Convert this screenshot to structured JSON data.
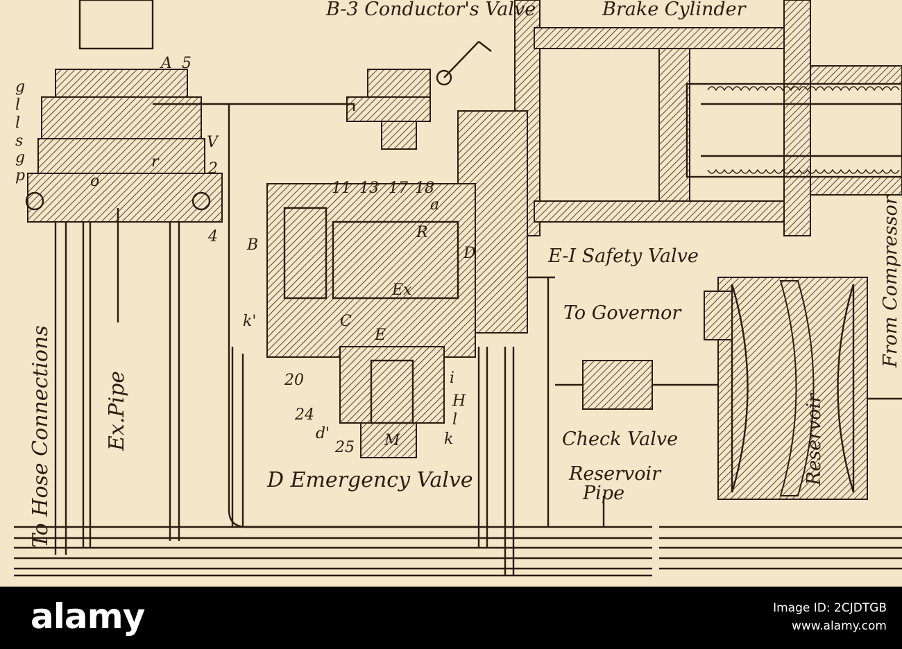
{
  "diagram": {
    "labels": {
      "conductors_valve": "B-3 Conductor's Valve",
      "brake_cylinder": "Brake Cylinder",
      "safety_valve": "E-I Safety Valve",
      "to_governor": "To Governor",
      "from_compressor": "From Compressor",
      "check_valve": "Check Valve",
      "reservoir": "Reservoir",
      "reservoir_pipe_1": "Reservoir",
      "reservoir_pipe_2": "Pipe",
      "emergency_valve": "D Emergency Valve",
      "ex_pipe": "Ex.Pipe",
      "hose_connections": "To Hose Connections"
    },
    "letters": {
      "g1": "g",
      "l1": "l",
      "l2": "l",
      "s": "s",
      "g2": "g",
      "p": "p",
      "A": "A",
      "n5": "5",
      "V": "V",
      "n2": "2",
      "n4": "4",
      "o": "o",
      "r": "r",
      "n11": "11",
      "n13": "13",
      "n17": "17",
      "n18": "18",
      "a": "a",
      "B": "B",
      "R": "R",
      "D": "D",
      "k1": "k'",
      "C": "C",
      "E": "E",
      "Ex": "Ex",
      "n20": "20",
      "n24": "24",
      "d1": "d'",
      "n25": "25",
      "M": "M",
      "i": "i",
      "H": "H",
      "l3": "l",
      "k": "k"
    }
  },
  "watermark": {
    "brand": "alamy",
    "image_id": "Image ID: 2CJDTGB",
    "site": "www.alamy.com"
  }
}
